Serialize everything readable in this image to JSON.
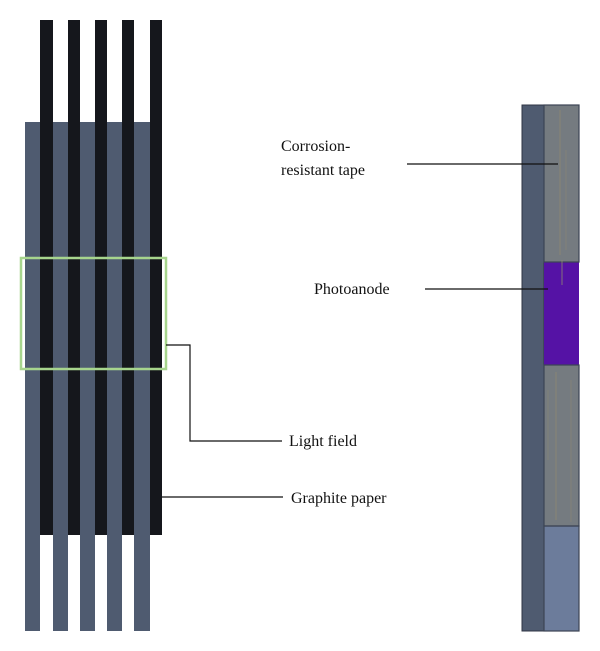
{
  "labels": {
    "corrosion_line1": "Corrosion-",
    "corrosion_line2": "resistant tape",
    "photoanode": "Photoanode",
    "light_field": "Light field",
    "graphite_paper": "Graphite paper"
  },
  "colors": {
    "black_strip": "#15171c",
    "slate": "#4f5b70",
    "light_field_border": "#a7d58d",
    "tape_gray": "#757b80",
    "tape_dark_edge": "#3c4454",
    "photoanode_purple": "#5512a5",
    "bottom_blue": "#6c7c9b"
  }
}
